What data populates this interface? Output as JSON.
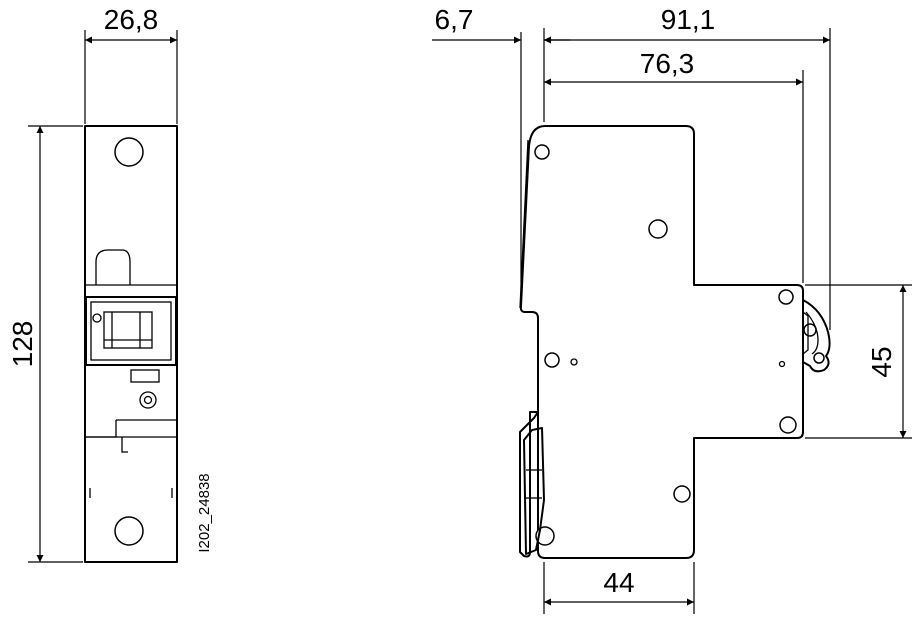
{
  "drawing": {
    "front_view": {
      "width_label": "26,8",
      "height_label": "128"
    },
    "side_view": {
      "offset_label": "6,7",
      "overall_depth_label": "91,1",
      "depth_to_clip_label": "76,3",
      "front_height_label": "45",
      "rail_depth_label": "44"
    },
    "drawing_number": "I202_24838"
  }
}
